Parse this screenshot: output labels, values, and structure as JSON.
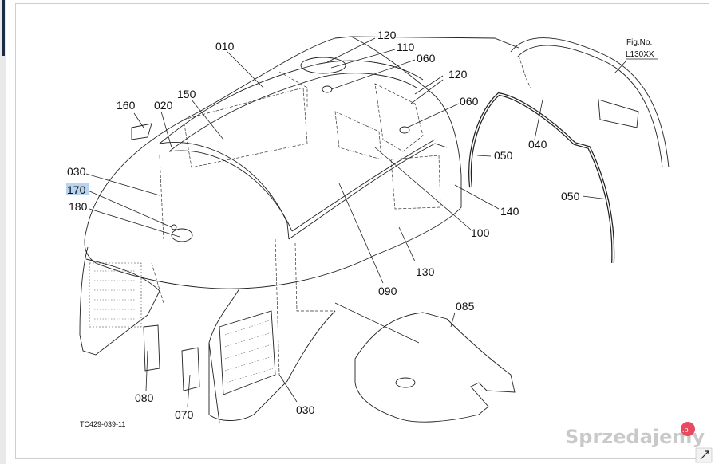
{
  "figure": {
    "fig_label": "Fig.No.",
    "fig_number": "L130XX",
    "drawing_code": "TC429-039-11",
    "watermark": "Sprzedajemy",
    "watermark_suffix": ".pl"
  },
  "callouts": {
    "c010": "010",
    "c120a": "120",
    "c110": "110",
    "c060a": "060",
    "c120b": "120",
    "c060b": "060",
    "c150": "150",
    "c160": "160",
    "c020": "020",
    "c030a": "030",
    "c170": "170",
    "c180": "180",
    "c050a": "050",
    "c040": "040",
    "c050b": "050",
    "c140": "140",
    "c100": "100",
    "c130": "130",
    "c090": "090",
    "c085": "085",
    "c080": "080",
    "c070": "070",
    "c030b": "030"
  },
  "highlight": {
    "target": "170",
    "color": "#b8d4f0"
  }
}
